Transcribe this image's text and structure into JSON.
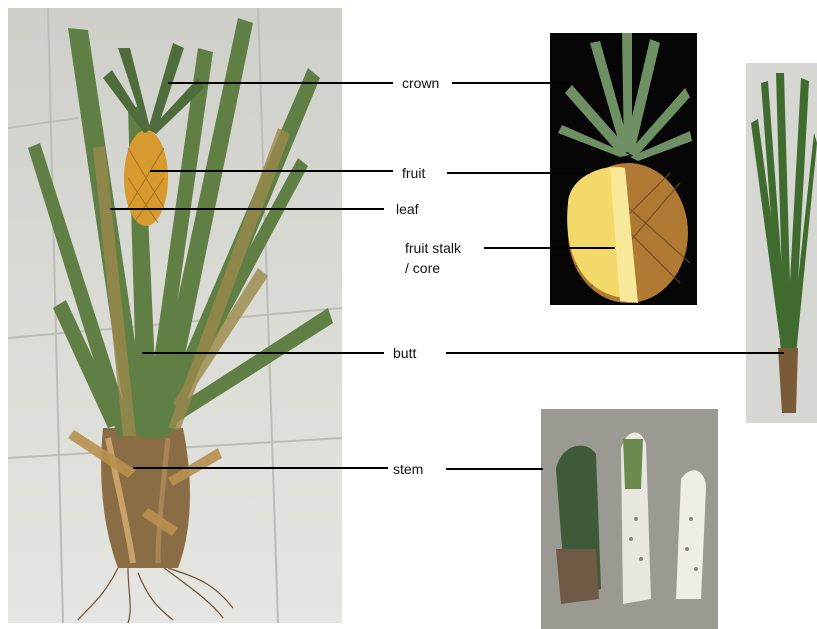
{
  "labels": {
    "crown": "crown",
    "fruit": "fruit",
    "leaf": "leaf",
    "fruit_stalk_line1": "fruit stalk",
    "fruit_stalk_line2": "/ core",
    "butt": "butt",
    "stem": "stem"
  },
  "colors": {
    "line": "#000000",
    "leaf_green": "#5f7f45",
    "fruit_yellow": "#f3d86a",
    "tile_bg": "#d9d9d4"
  }
}
